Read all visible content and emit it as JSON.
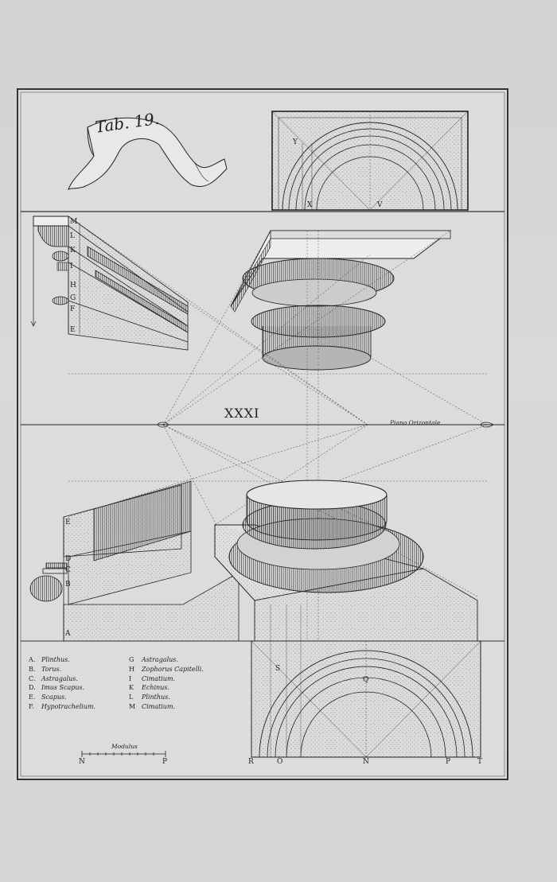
{
  "plate": {
    "banner_text": "Tab. 19.",
    "numeral": "XXXI",
    "piano_label": "Piano Orizontale",
    "scale_title": "Modulus"
  },
  "legend": {
    "left": [
      {
        "key": "A.",
        "value": "Plinthus."
      },
      {
        "key": "B.",
        "value": "Torus."
      },
      {
        "key": "C.",
        "value": "Astragalus."
      },
      {
        "key": "D.",
        "value": "Imus Scapus."
      },
      {
        "key": "E.",
        "value": "Scapus."
      },
      {
        "key": "F.",
        "value": "Hypotrachelium."
      }
    ],
    "right": [
      {
        "key": "G",
        "value": "Astragalus."
      },
      {
        "key": "H",
        "value": "Zophorus Capitelli."
      },
      {
        "key": "I",
        "value": "Cimatium."
      },
      {
        "key": "K",
        "value": "Echinus."
      },
      {
        "key": "L",
        "value": "Plinthus."
      },
      {
        "key": "M",
        "value": "Cimatium."
      }
    ]
  },
  "letters": {
    "left_top": [
      "M",
      "L",
      "K",
      "I",
      "H",
      "G",
      "F",
      "E"
    ],
    "left_bottom": [
      "E",
      "D",
      "C",
      "B",
      "A"
    ],
    "top_plan": [
      "Y",
      "X",
      "V"
    ],
    "bottom_plan": [
      "S",
      "Q"
    ],
    "scale": [
      "N",
      "P"
    ],
    "baseline": [
      "R",
      "O",
      "N",
      "P",
      "T"
    ]
  }
}
